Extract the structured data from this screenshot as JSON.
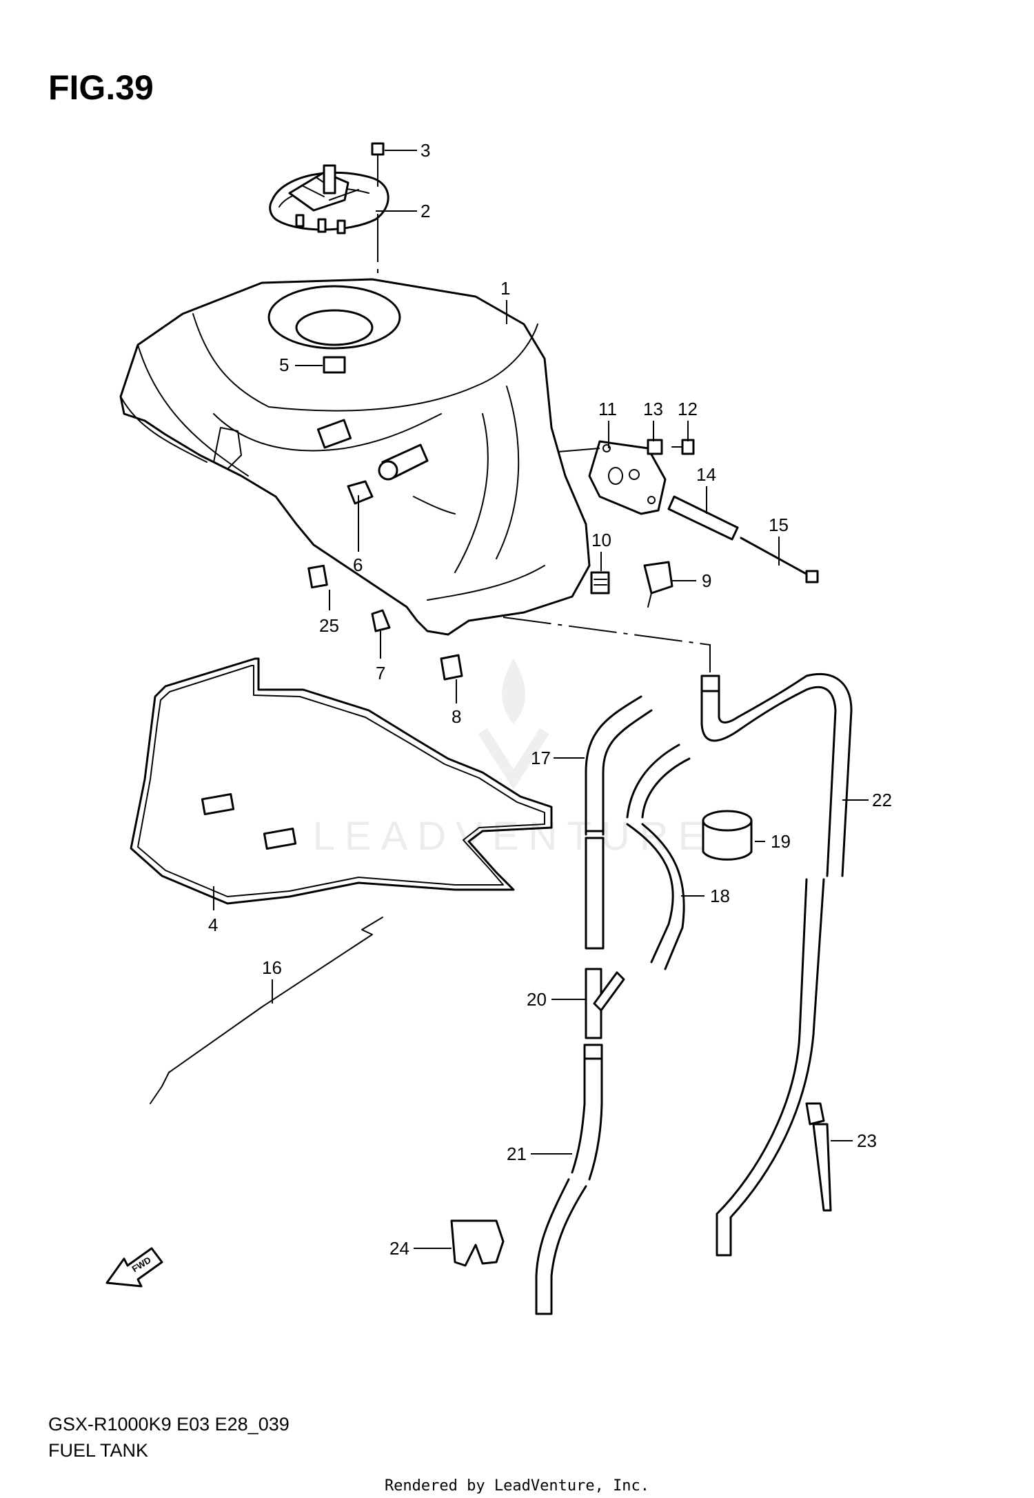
{
  "figure": {
    "title": "FIG.39",
    "model_code": "GSX-R1000K9 E03 E28_039",
    "section_name": "FUEL TANK",
    "rendered_by": "Rendered by LeadVenture, Inc.",
    "watermark": "LEADVENTURE",
    "fwd_label": "FWD"
  },
  "callouts": [
    "1",
    "2",
    "3",
    "4",
    "5",
    "6",
    "7",
    "8",
    "9",
    "10",
    "11",
    "12",
    "13",
    "14",
    "15",
    "16",
    "17",
    "18",
    "19",
    "20",
    "21",
    "22",
    "23",
    "24",
    "25"
  ]
}
